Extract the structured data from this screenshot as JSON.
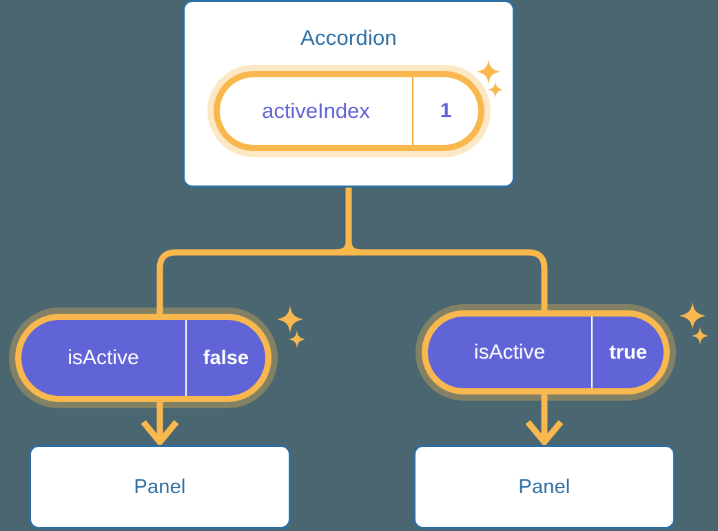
{
  "diagram": {
    "title_visible": false,
    "background_color": "#4a6670",
    "accent_orange": "#f8b84e",
    "accent_orange_soft": "#fbd9a1",
    "accent_purple": "#6164d6",
    "accent_blue": "#2d6ea3",
    "card_background": "#ffffff"
  },
  "root": {
    "label": "Accordion",
    "state": {
      "key": "activeIndex",
      "value": "1"
    },
    "sparkle_large": "sparkle-icon",
    "sparkle_small": "sparkle-icon"
  },
  "branches": [
    {
      "id": "left",
      "state": {
        "key": "isActive",
        "value": "false"
      },
      "child": {
        "label": "Panel"
      },
      "arrow": "arrow-down-icon",
      "sparkle_large": "sparkle-icon",
      "sparkle_small": "sparkle-icon"
    },
    {
      "id": "right",
      "state": {
        "key": "isActive",
        "value": "true"
      },
      "child": {
        "label": "Panel"
      },
      "arrow": "arrow-down-icon",
      "sparkle_large": "sparkle-icon",
      "sparkle_small": "sparkle-icon"
    }
  ]
}
